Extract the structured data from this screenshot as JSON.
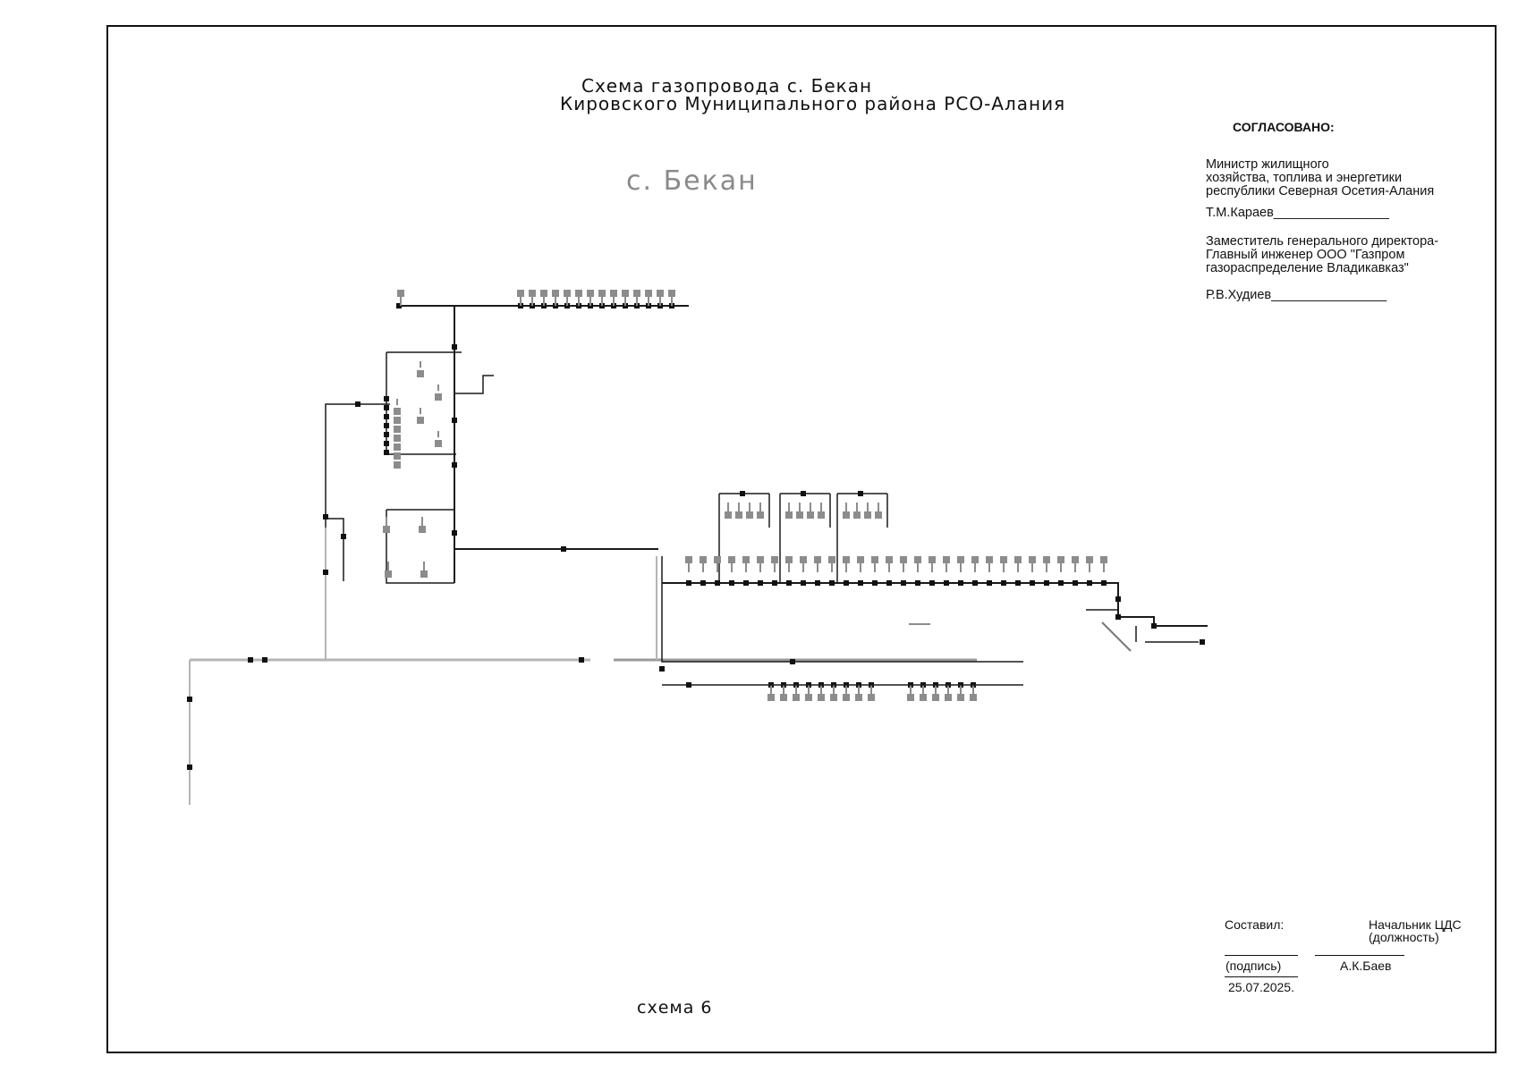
{
  "title": {
    "line1": "Схема газопровода с. Бекан",
    "line2": "Кировского  Муниципального района РСО-Алания"
  },
  "village_label": "с. Бекан",
  "approval": {
    "heading": "СОГЛАСОВАНО:",
    "signatory1": {
      "role_line1": "Министр  жилищного",
      "role_line2": "хозяйства, топлива и энергетики",
      "role_line3": "республики Северная Осетия-Алания",
      "name": "Т.М.Караев________________"
    },
    "signatory2": {
      "role_line1": "Заместитель генерального директора-",
      "role_line2": "Главный инженер  ООО \"Газпром",
      "role_line3": "газораспределение Владикавказ\"",
      "name": "Р.В.Худиев________________"
    }
  },
  "signature_block": {
    "compiled_label": "Составил:",
    "position_title": "Начальник ЦДС",
    "position_caption": "(должность)",
    "signature_caption": "(подпись)",
    "name": "А.К.Баев",
    "date": "25.07.2025."
  },
  "scheme_number": "схема 6",
  "colors": {
    "main_pipe": "#1a1a1a",
    "secondary_pipe": "#b5b5b5",
    "consumer_symbol": "#8c8c8c",
    "node": "#111111"
  }
}
